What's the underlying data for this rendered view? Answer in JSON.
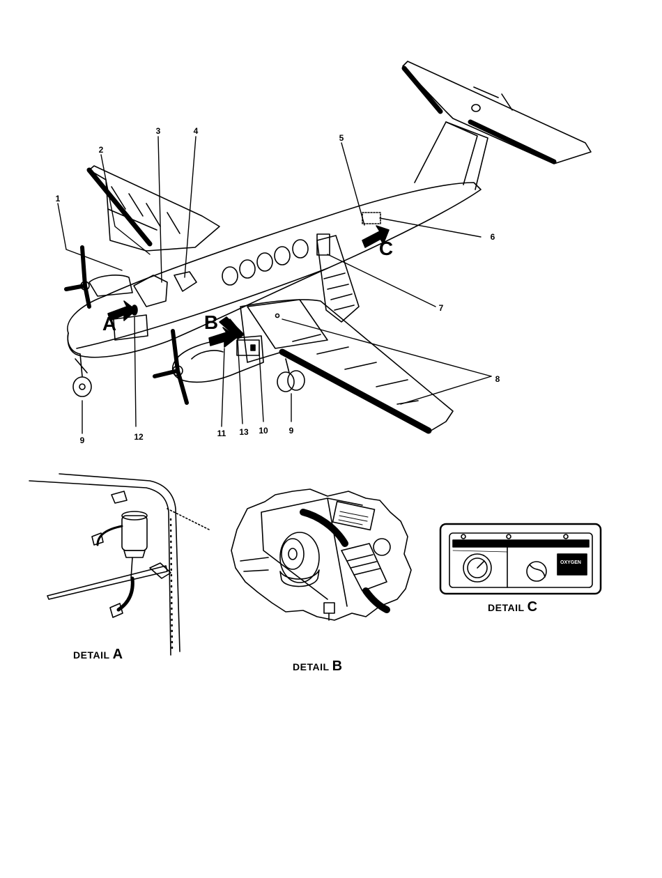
{
  "callouts": {
    "c1": "1",
    "c2": "2",
    "c3": "3",
    "c4": "4",
    "c5": "5",
    "c6": "6",
    "c7": "7",
    "c8": "8",
    "c9a": "9",
    "c9b": "9",
    "c10": "10",
    "c11": "11",
    "c12": "12",
    "c13": "13"
  },
  "arrows": {
    "a": "A",
    "b": "B",
    "c": "C"
  },
  "details": {
    "a_word": "DETAIL",
    "a_letter": "A",
    "b_word": "DETAIL",
    "b_letter": "B",
    "c_word": "DETAIL",
    "c_letter": "C"
  },
  "panel_c": {
    "placard": "OXYGEN"
  },
  "colors": {
    "ink": "#000000",
    "paper": "#ffffff",
    "shade": "#d8d8d8"
  }
}
